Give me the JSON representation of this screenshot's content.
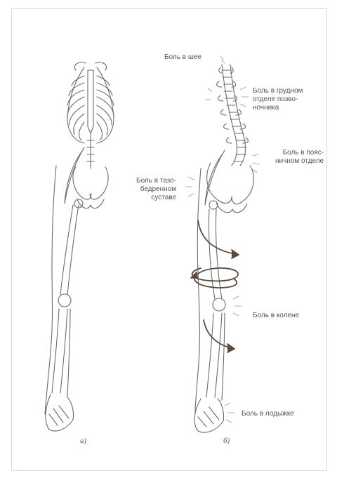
{
  "labels": {
    "neck": "Боль в шее",
    "thoracic": "Боль в грудном\nотделе позво-\nночника",
    "lumbar": "Боль в пояс-\nничном отделе",
    "hip": "Боль в тазо-\nбедренном\nсуставе",
    "knee": "Боль в колене",
    "ankle": "Боль в лодыжке"
  },
  "captions": {
    "left": "а)",
    "right": "б)"
  },
  "colors": {
    "line": "#6b6b6b",
    "arrow": "#5a4a3e",
    "text": "#555555"
  }
}
